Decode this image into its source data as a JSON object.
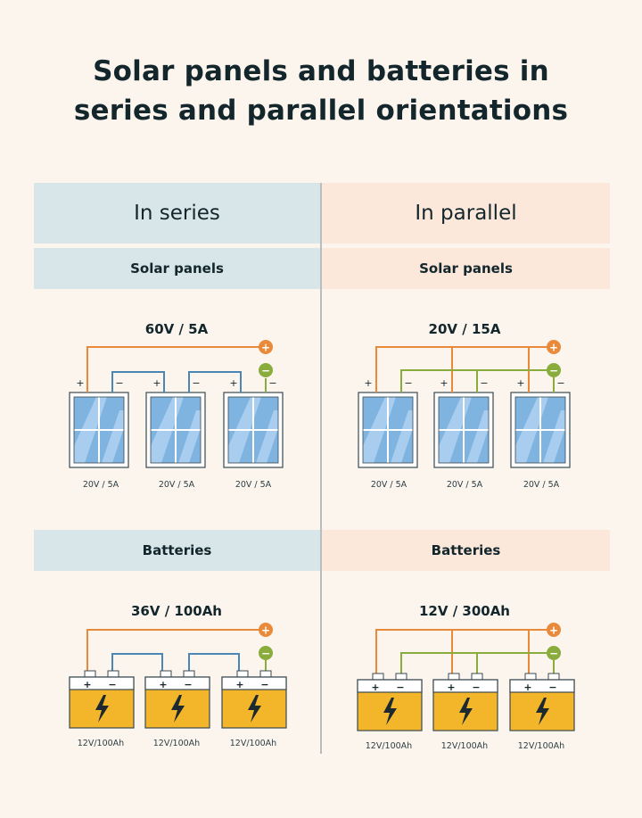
{
  "title_line1": "Solar panels and batteries in",
  "title_line2": "series and parallel orientations",
  "series": {
    "header": "In series",
    "panels_label": "Solar panels",
    "panels_rating": "60V / 5A",
    "panel_labels": [
      "20V / 5A",
      "20V / 5A",
      "20V / 5A"
    ],
    "batteries_label": "Batteries",
    "batteries_rating": "36V / 100Ah",
    "battery_labels": [
      "12V/100Ah",
      "12V/100Ah",
      "12V/100Ah"
    ]
  },
  "parallel": {
    "header": "In parallel",
    "panels_label": "Solar panels",
    "panels_rating": "20V / 15A",
    "panel_labels": [
      "20V / 5A",
      "20V / 5A",
      "20V / 5A"
    ],
    "batteries_label": "Batteries",
    "batteries_rating": "12V / 300Ah",
    "battery_labels": [
      "12V/100Ah",
      "12V/100Ah",
      "12V/100Ah"
    ]
  },
  "symbols": {
    "plus": "+",
    "minus": "−",
    "plus_terminal": "+",
    "minus_terminal": "−"
  },
  "colors": {
    "background": "#fcf5ee",
    "series_band": "#d8e6ea",
    "parallel_band": "#fbe8da",
    "positive_wire": "#e98a3a",
    "negative_wire": "#8aac3c",
    "series_wire": "#4c86b5",
    "battery_fill": "#f3b52a",
    "panel_blue": "#7fb3e0"
  }
}
